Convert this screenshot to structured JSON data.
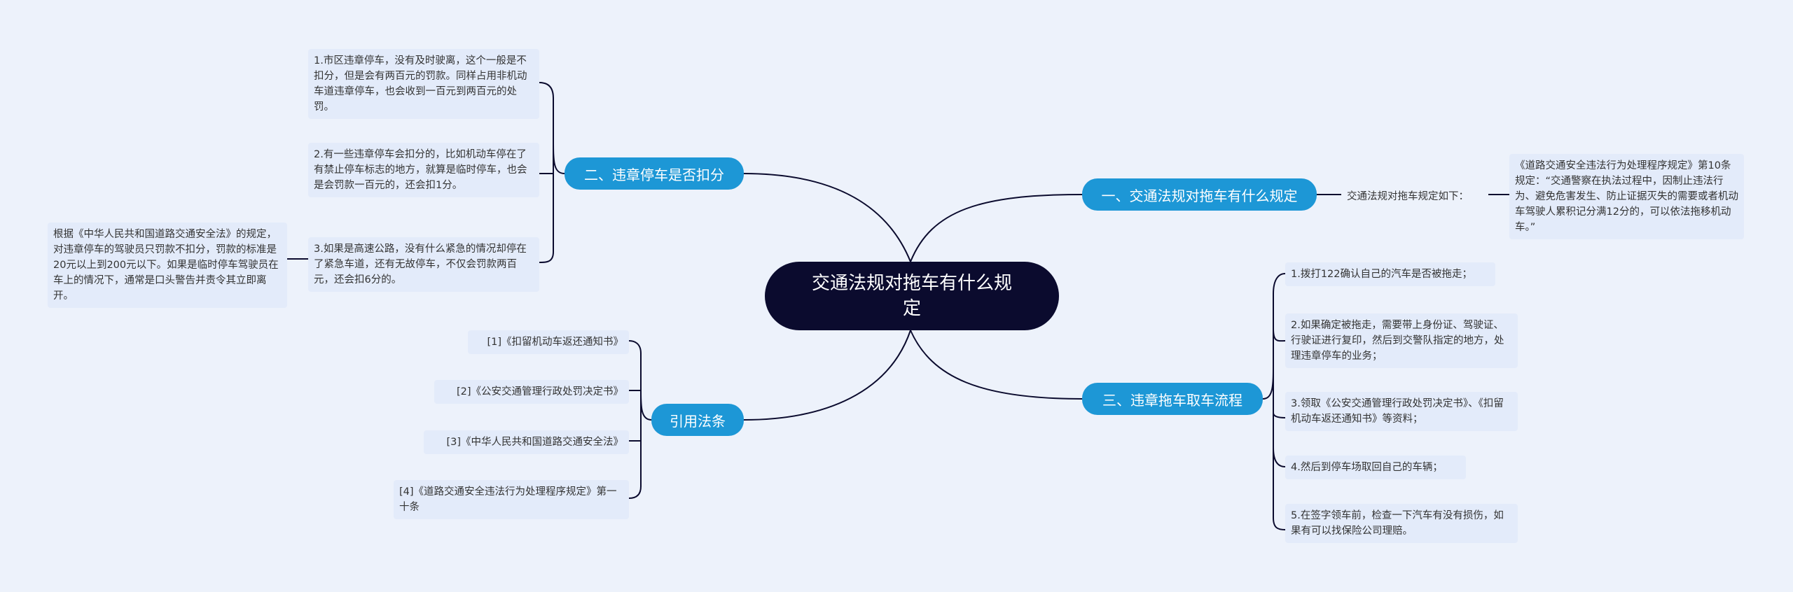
{
  "central_topic": "交通法规对拖车有什么规定",
  "branches": {
    "b1": {
      "label": "一、交通法规对拖车有什么规定",
      "sub_label": "交通法规对拖车规定如下：",
      "detail": "《道路交通安全违法行为处理程序规定》第10条规定：“交通警察在执法过程中，因制止违法行为、避免危害发生、防止证据灭失的需要或者机动车驾驶人累积记分满12分的，可以依法拖移机动车。”"
    },
    "b2": {
      "label": "二、违章停车是否扣分",
      "items": [
        "1.市区违章停车，没有及时驶离，这个一般是不扣分，但是会有两百元的罚款。同样占用非机动车道违章停车，也会收到一百元到两百元的处罚。",
        "2.有一些违章停车会扣分的，比如机动车停在了有禁止停车标志的地方，就算是临时停车，也会是会罚款一百元的，还会扣1分。",
        "3.如果是高速公路，没有什么紧急的情况却停在了紧急车道，还有无故停车，不仅会罚款两百元，还会扣6分的。"
      ],
      "note": "根据《中华人民共和国道路交通安全法》的规定，对违章停车的驾驶员只罚款不扣分，罚款的标准是20元以上到200元以下。如果是临时停车驾驶员在车上的情况下，通常是口头警告并责令其立即离开。"
    },
    "b3": {
      "label": "三、违章拖车取车流程",
      "items": [
        "1.拨打122确认自己的汽车是否被拖走；",
        "2.如果确定被拖走，需要带上身份证、驾驶证、行驶证进行复印，然后到交警队指定的地方，处理违章停车的业务；",
        "3.领取《公安交通管理行政处罚决定书》、《扣留机动车返还通知书》等资料；",
        "4.然后到停车场取回自己的车辆；",
        "5.在签字领车前，检查一下汽车有没有损伤，如果有可以找保险公司理赔。"
      ]
    },
    "b4": {
      "label": "引用法条",
      "items": [
        "[1]《扣留机动车返还通知书》",
        "[2]《公安交通管理行政处罚决定书》",
        "[3]《中华人民共和国道路交通安全法》",
        "[4]《道路交通安全违法行为处理程序规定》第一十条"
      ]
    }
  },
  "colors": {
    "background": "#edf2fb",
    "central": "#0b0b2e",
    "branch": "#1d97d6",
    "leaf": "#e3ebfa",
    "connector": "#0b0b2e"
  }
}
